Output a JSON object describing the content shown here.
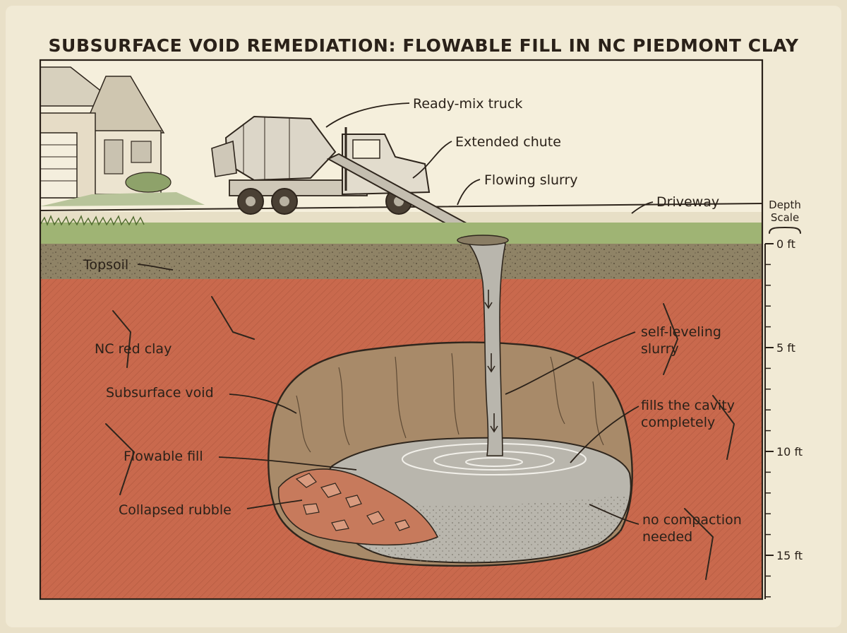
{
  "title": "SUBSURFACE VOID REMEDIATION: FLOWABLE FILL IN NC PIEDMONT CLAY",
  "colors": {
    "paper": "#f1ead5",
    "sky": "#f5efdc",
    "grass": "#9fb474",
    "topsoil": "#8f8366",
    "clay": "#c9694d",
    "clay_dark": "#a54c34",
    "void": "#a88a69",
    "slurry": "#b9b6ad",
    "ink": "#2a2119"
  },
  "labels": {
    "truck": "Ready-mix truck",
    "chute": "Extended chute",
    "flowing": "Flowing slurry",
    "driveway": "Driveway",
    "topsoil": "Topsoil",
    "clay": "NC red clay",
    "void": "Subsurface void",
    "fill": "Flowable fill",
    "rubble": "Collapsed rubble",
    "self_leveling": [
      "self-leveling",
      "slurry"
    ],
    "fills": [
      "fills the cavity",
      "completely"
    ],
    "no_compaction": [
      "no compaction",
      "needed"
    ]
  },
  "depth_scale": {
    "title": [
      "Depth",
      "Scale"
    ],
    "ticks": [
      "0 ft",
      "5 ft",
      "10 ft",
      "15 ft"
    ]
  }
}
